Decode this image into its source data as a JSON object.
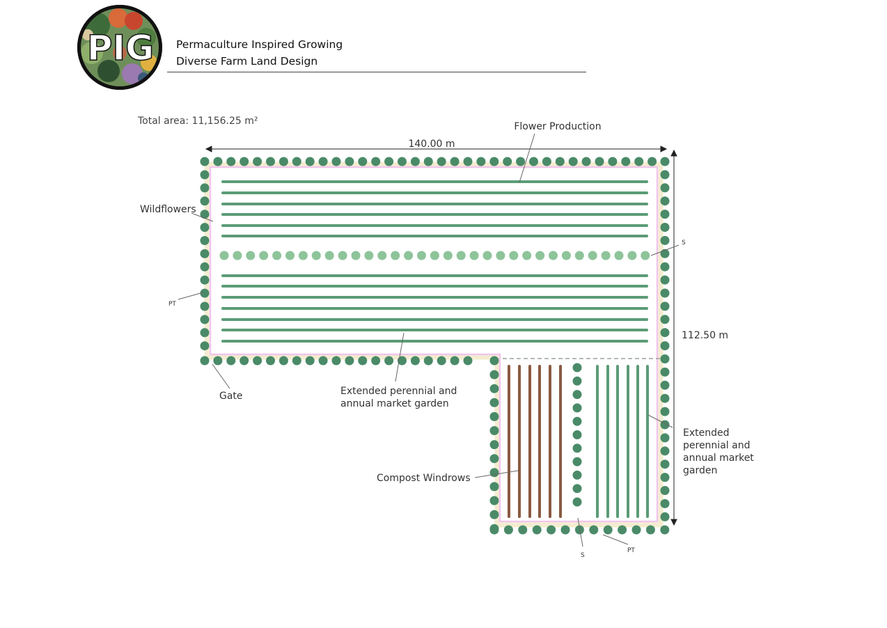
{
  "header": {
    "logo_text": "PIG",
    "title": "Permaculture Inspired Growing",
    "subtitle": "Diverse Farm Land Design"
  },
  "total_area": "Total area: 11,156.25 m²",
  "dimensions": {
    "width": "140.00 m",
    "height": "112.50 m"
  },
  "labels": {
    "flower_production": "Flower Production",
    "wildflowers": "Wildflowers",
    "pt_left": "PT",
    "s_right": "S",
    "gate": "Gate",
    "market_garden_1_line1": "Extended perennial and",
    "market_garden_1_line2": "annual market garden",
    "compost": "Compost Windrows",
    "market_garden_2_line1": "Extended",
    "market_garden_2_line2": "perennial and",
    "market_garden_2_line3": "annual market",
    "market_garden_2_line4": "garden",
    "s_bottom": "S",
    "pt_bottom": "PT"
  },
  "colors": {
    "tree_dark": "#4a8a68",
    "tree_light": "#8ec49a",
    "bed_green": "#5b9c76",
    "windrow_brown": "#8a5a42",
    "wildflower_pink": "#f1c6ec",
    "path_cream": "#f3ecd0",
    "fence_gray": "#9aa3a0"
  }
}
